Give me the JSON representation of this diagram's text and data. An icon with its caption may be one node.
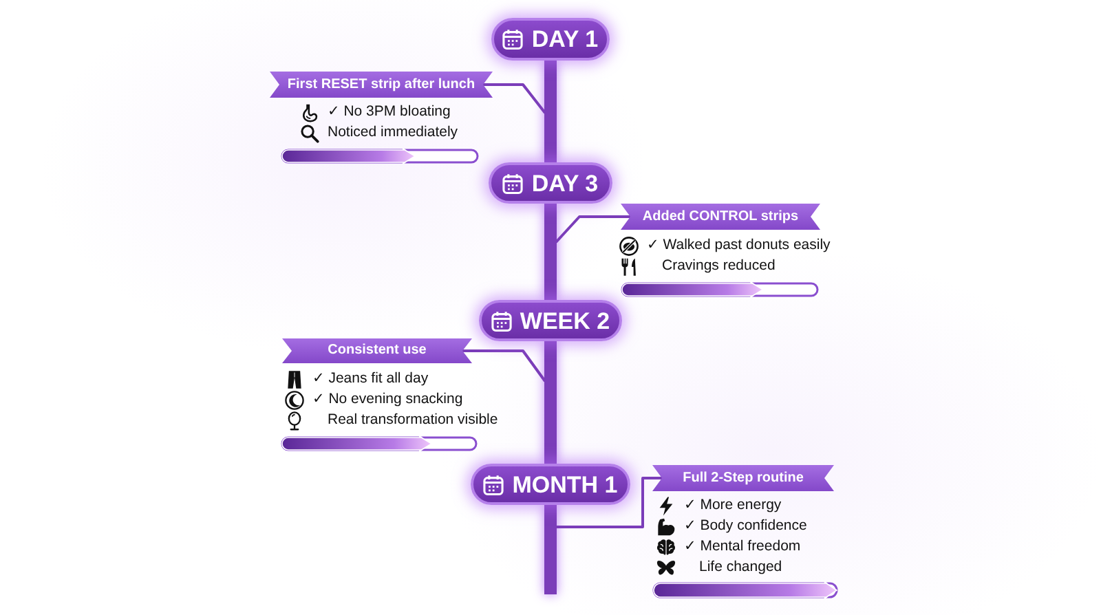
{
  "diagram": {
    "nodes": [
      {
        "text": [
          "DAY 1"
        ]
      },
      {
        "text": [
          "First RESET strip after lunch"
        ],
        "beside": [
          "✓ No 3PM bloating",
          "Noticed immediately"
        ]
      },
      {
        "text": [
          "DAY 3"
        ]
      },
      {
        "text": [
          "Added CONTROL strips"
        ],
        "beside": [
          "✓ Walked past donuts easily",
          "Cravings reduced"
        ]
      },
      {
        "text": [
          "WEEK 2"
        ]
      },
      {
        "text": [
          "Consistent use"
        ],
        "beside": [
          "✓ Jeans fit all day",
          "✓ No evening snacking",
          "Real transformation visible"
        ]
      },
      {
        "text": [
          "MONTH 1"
        ]
      },
      {
        "text": [
          "Full 2-Step routine"
        ],
        "beside": [
          "✓ More energy",
          "✓ Body confidence",
          "✓ Mental freedom",
          "Life changed"
        ]
      }
    ],
    "edges": [
      {
        "from": 0,
        "to": 2,
        "arrow": "none",
        "style": "thick"
      },
      {
        "from": 2,
        "to": 4,
        "arrow": "none",
        "style": "thick"
      },
      {
        "from": 4,
        "to": 6,
        "arrow": "none",
        "style": "thick"
      },
      {
        "from": 6,
        "to": null,
        "arrow": "none",
        "style": "thick"
      },
      {
        "from": 1,
        "to": null,
        "arrow": "none"
      },
      {
        "from": 3,
        "to": null,
        "arrow": "none"
      },
      {
        "from": 5,
        "to": null,
        "arrow": "none"
      },
      {
        "from": 7,
        "to": null,
        "arrow": "none"
      }
    ]
  }
}
